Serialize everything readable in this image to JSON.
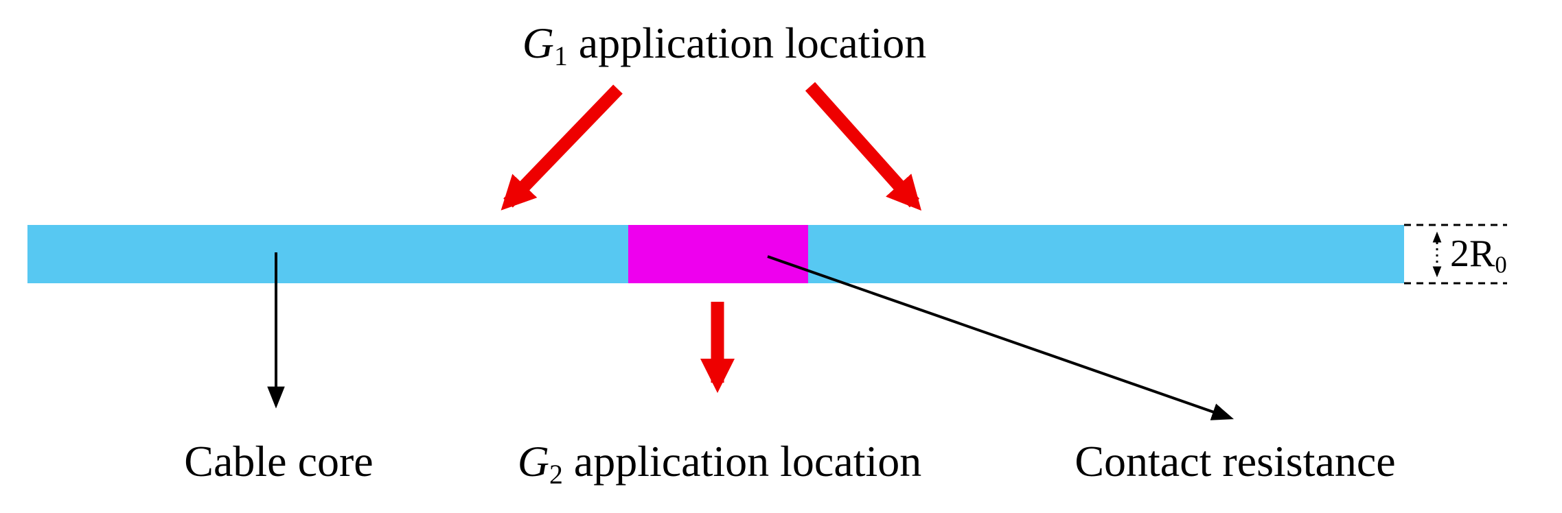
{
  "diagram": {
    "title": {
      "symbol": "G",
      "subscript": "1",
      "text": " application location"
    },
    "labels": {
      "cable_core": "Cable core",
      "g2": {
        "symbol": "G",
        "subscript": "2",
        "text": " application location"
      },
      "contact_resistance": "Contact resistance",
      "radius": {
        "text": "2R",
        "subscript": "0"
      }
    },
    "colors": {
      "cable_bar": "#57c8f2",
      "contact_segment": "#ee00ee",
      "red_arrow": "#ee0000",
      "black_line": "#000000"
    }
  }
}
